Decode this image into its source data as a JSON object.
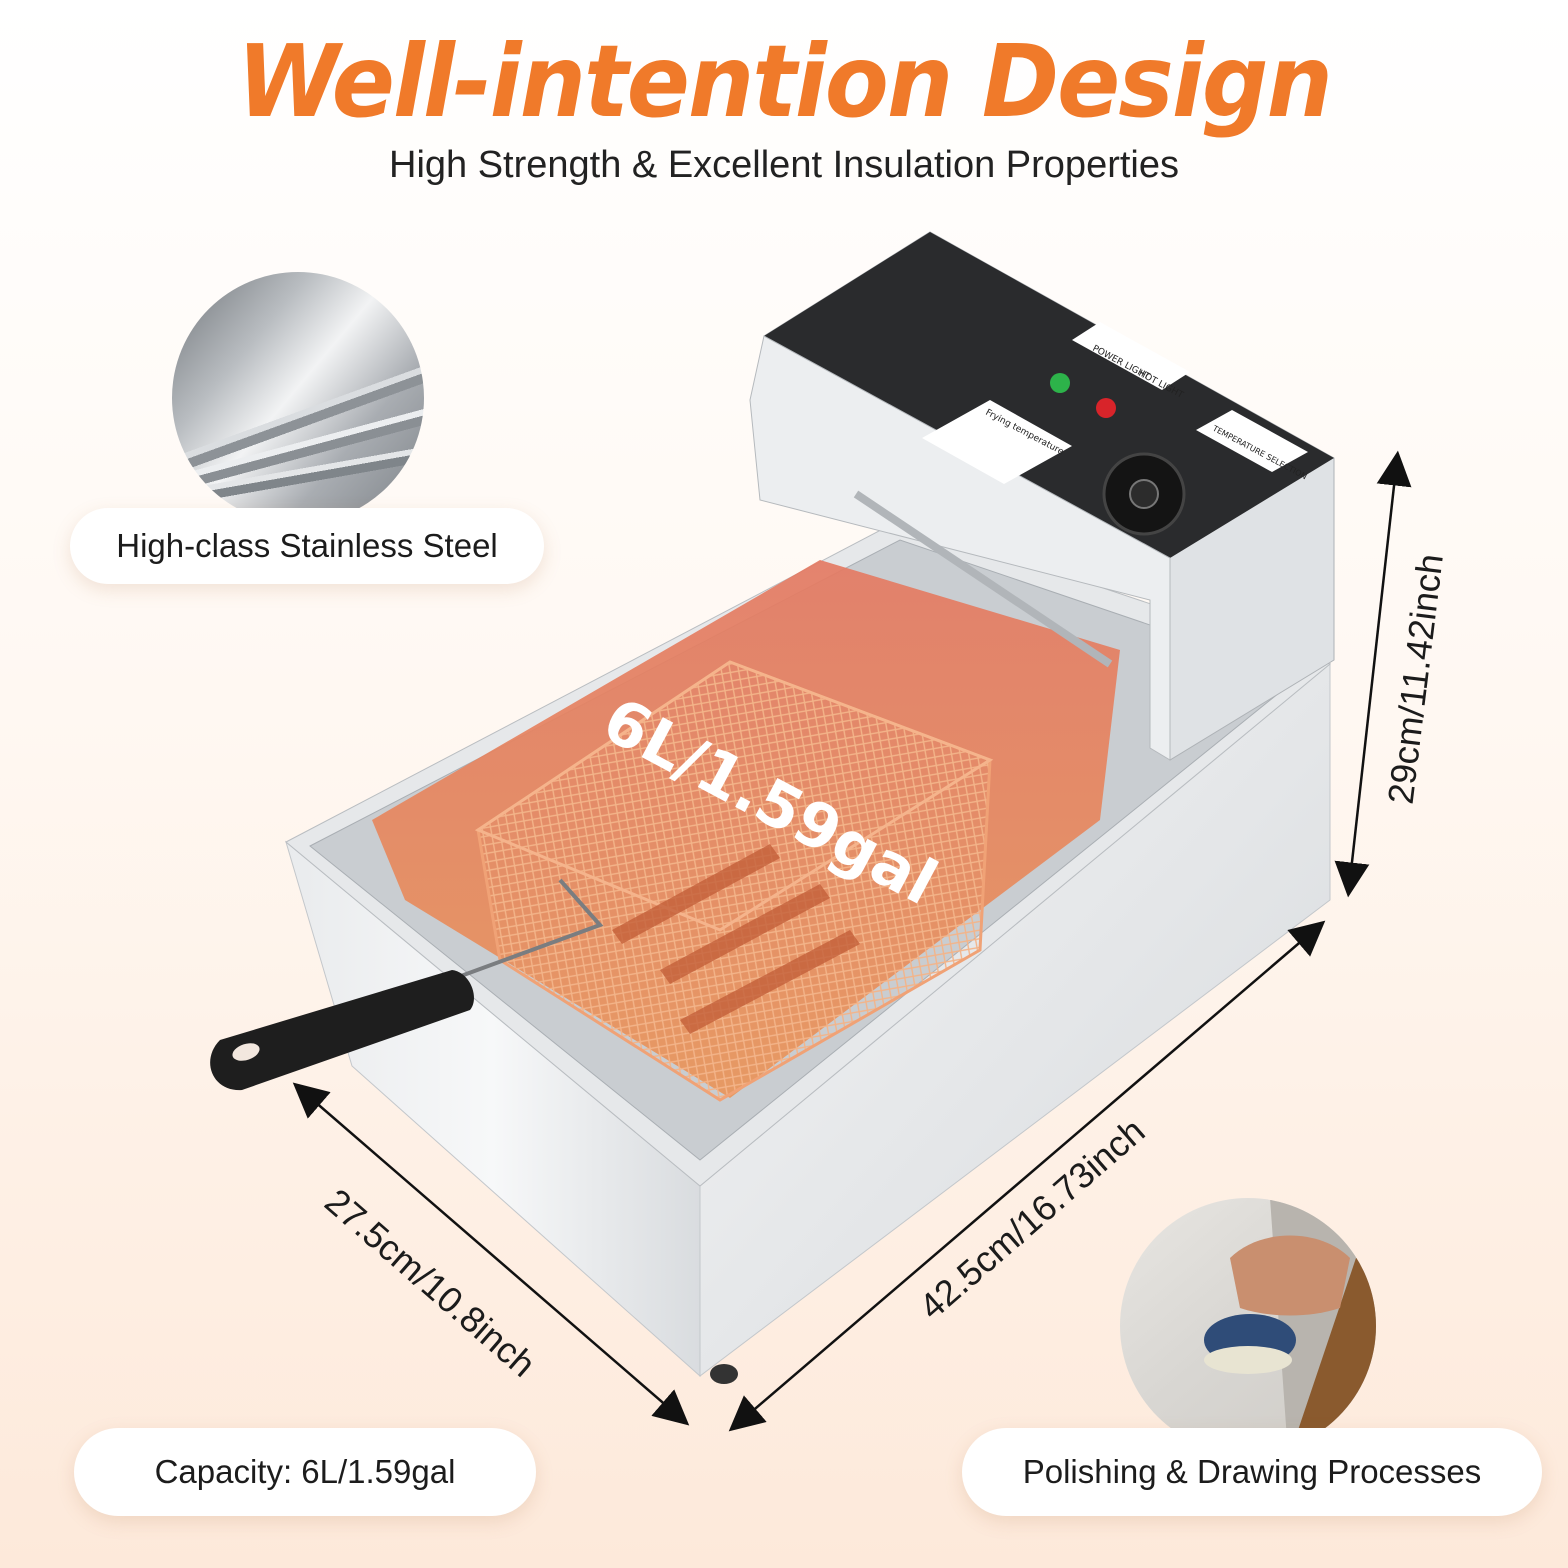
{
  "header": {
    "title": "Well-intention Design",
    "subtitle": "High Strength & Excellent Insulation Properties"
  },
  "features": {
    "stainless": "High-class Stainless Steel",
    "capacity": "Capacity: 6L/1.59gal",
    "polishing": "Polishing & Drawing Processes"
  },
  "product": {
    "volume_label": "6L/1.59gal",
    "panel": {
      "power_light": "POWER LIGHT",
      "hot_light": "HOT LIGHT",
      "temp_selection": "TEMPERATURE SELECTION",
      "frying_table_title": "Frying temperature"
    }
  },
  "dimensions": {
    "height": "29cm/11.42inch",
    "width": "27.5cm/10.8inch",
    "length": "42.5cm/16.73inch"
  },
  "colors": {
    "accent": "#f07a2a",
    "oil": "#e0744f",
    "power_light": "#2db34a",
    "hot_light": "#d8242a"
  }
}
